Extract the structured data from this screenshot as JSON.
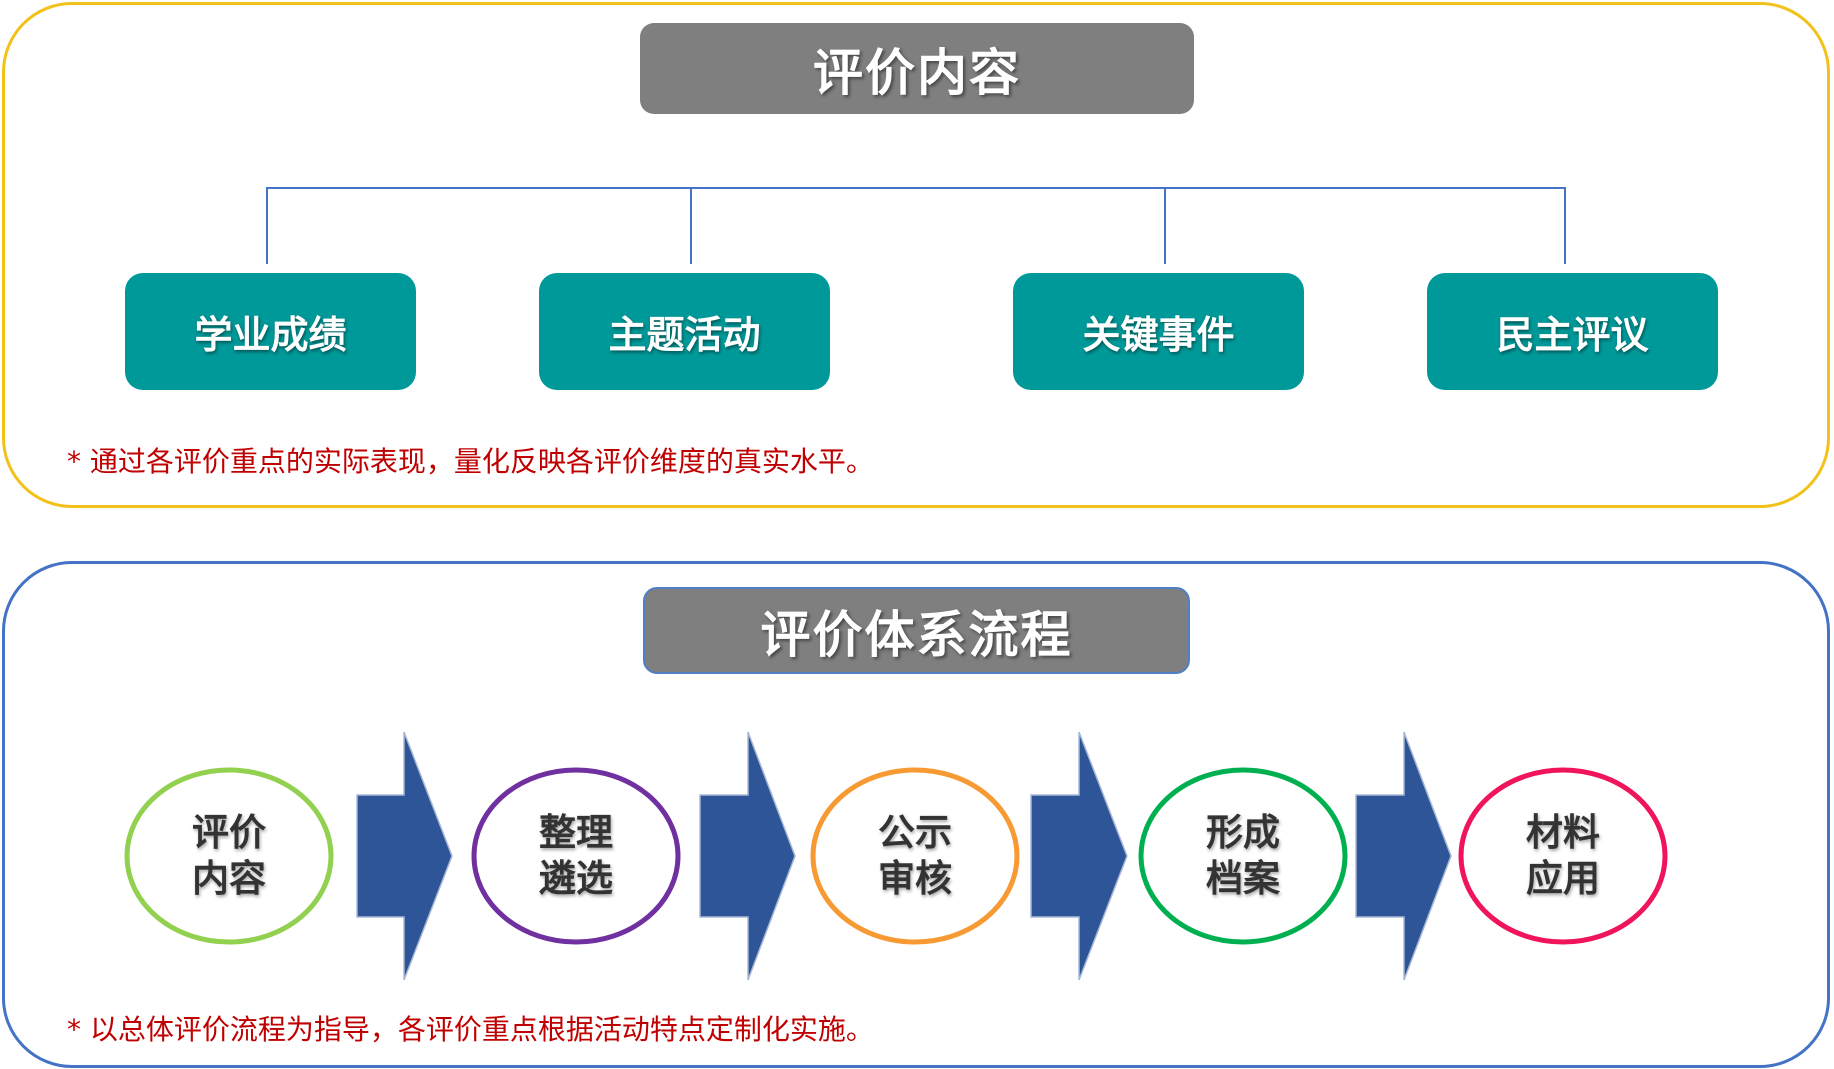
{
  "top_section": {
    "title": "评价内容",
    "categories": [
      "学业成绩",
      "主题活动",
      "关键事件",
      "民主评议"
    ],
    "note": "* 通过各评价重点的实际表现，量化反映各评价维度的真实水平。"
  },
  "bottom_section": {
    "title": "评价体系流程",
    "steps": [
      {
        "line1": "评价",
        "line2": "内容",
        "color": "#92d050"
      },
      {
        "line1": "整理",
        "line2": "遴选",
        "color": "#7030a0"
      },
      {
        "line1": "公示",
        "line2": "审核",
        "color": "#f79a34"
      },
      {
        "line1": "形成",
        "line2": "档案",
        "color": "#00b050"
      },
      {
        "line1": "材料",
        "line2": "应用",
        "color": "#f0145a"
      }
    ],
    "note": "* 以总体评价流程为指导，各评价重点根据活动特点定制化实施。"
  },
  "colors": {
    "top_border": "#f2c21b",
    "bottom_border": "#4472c4",
    "header_bg": "#7f7f7f",
    "category_bg": "#009999",
    "arrow_fill": "#2e5597",
    "note_text": "#c00000"
  }
}
